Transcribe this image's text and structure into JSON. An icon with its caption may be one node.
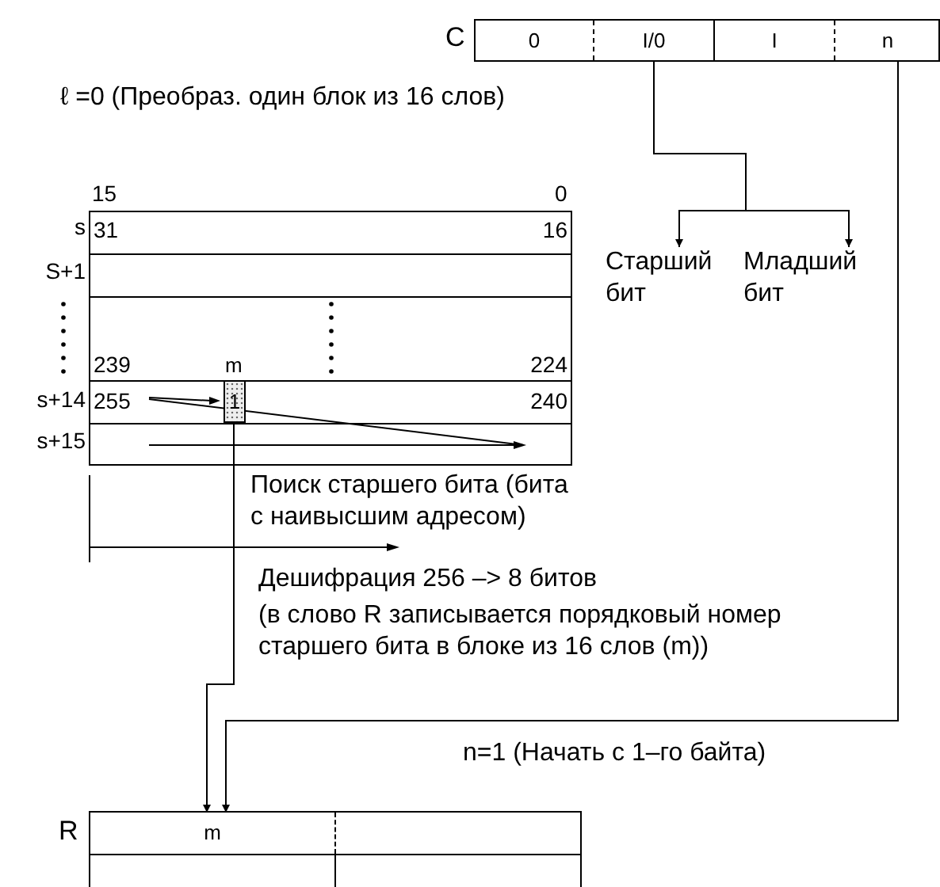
{
  "diagram": {
    "nodes": [
      {
        "text": [
          "C"
        ]
      },
      {
        "text": [
          "0"
        ],
        "in": 0
      },
      {
        "text": [
          "I/0"
        ],
        "in": 0
      },
      {
        "text": [
          "I"
        ],
        "in": 0
      },
      {
        "text": [
          "n"
        ],
        "in": 0
      },
      {
        "text": [
          "Старший бит"
        ]
      },
      {
        "text": [
          "Младший бит"
        ]
      },
      {
        "text": [],
        "shape": "box"
      },
      {
        "text": [
          "1"
        ],
        "in": 7,
        "beside": [
          "m"
        ]
      },
      {
        "text": [
          "R"
        ]
      },
      {
        "text": [
          "m"
        ],
        "in": 9
      }
    ],
    "edges": [
      {
        "from": 2,
        "to": 5,
        "arrow": "to"
      },
      {
        "from": 2,
        "to": 6,
        "arrow": "to"
      },
      {
        "from": 8,
        "to": 10,
        "arrow": "to"
      },
      {
        "from": 4,
        "to": 10,
        "arrow": "to"
      }
    ],
    "labels": [
      "ℓ =0 (Преобраз. один блок из 16 слов)",
      "15",
      "0",
      "s",
      "31",
      "16",
      "S+1",
      "239",
      "224",
      "s+14",
      "255",
      "240",
      "s+15",
      "Поиск старшего бита (бита с наивысшим адресом)",
      "Дешифрация 256 –> 8 битов",
      "(в слово R записывается порядковый номер старшего бита в блоке из 16 слов (m))",
      "n=1 (Начать с 1–го байта)"
    ]
  }
}
